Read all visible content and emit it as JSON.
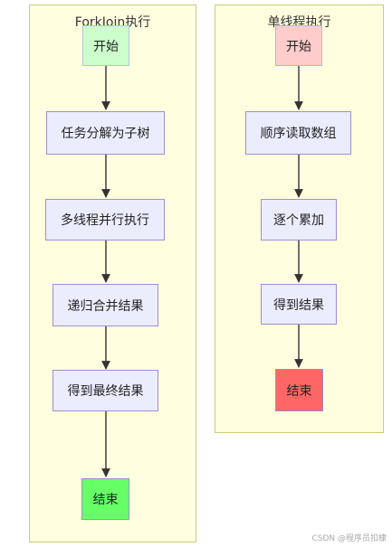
{
  "clusters": [
    {
      "title": "ForkJoin执行",
      "nodes": [
        {
          "label": "开始",
          "fill": "#ccffcc",
          "stroke": "#b0c4de"
        },
        {
          "label": "任务分解为子树",
          "fill": "#ececff",
          "stroke": "#9d8fd1"
        },
        {
          "label": "多线程并行执行",
          "fill": "#ececff",
          "stroke": "#9d8fd1"
        },
        {
          "label": "递归合并结果",
          "fill": "#ececff",
          "stroke": "#9d8fd1"
        },
        {
          "label": "得到最终结果",
          "fill": "#ececff",
          "stroke": "#9d8fd1"
        },
        {
          "label": "结束",
          "fill": "#66ff66",
          "stroke": "#9d8fd1"
        }
      ]
    },
    {
      "title": "单线程执行",
      "nodes": [
        {
          "label": "开始",
          "fill": "#ffcccc",
          "stroke": "#b0b8d8"
        },
        {
          "label": "顺序读取数组",
          "fill": "#ececff",
          "stroke": "#9d8fd1"
        },
        {
          "label": "逐个累加",
          "fill": "#ececff",
          "stroke": "#9d8fd1"
        },
        {
          "label": "得到结果",
          "fill": "#ececff",
          "stroke": "#9d8fd1"
        },
        {
          "label": "结束",
          "fill": "#ff6666",
          "stroke": "#9d8fd1"
        }
      ]
    }
  ],
  "watermark": "CSDN @程序员扣棣",
  "colors": {
    "cluster_fill": "#ffffdf",
    "cluster_stroke": "#cbcb7a",
    "edge": "#333333"
  }
}
